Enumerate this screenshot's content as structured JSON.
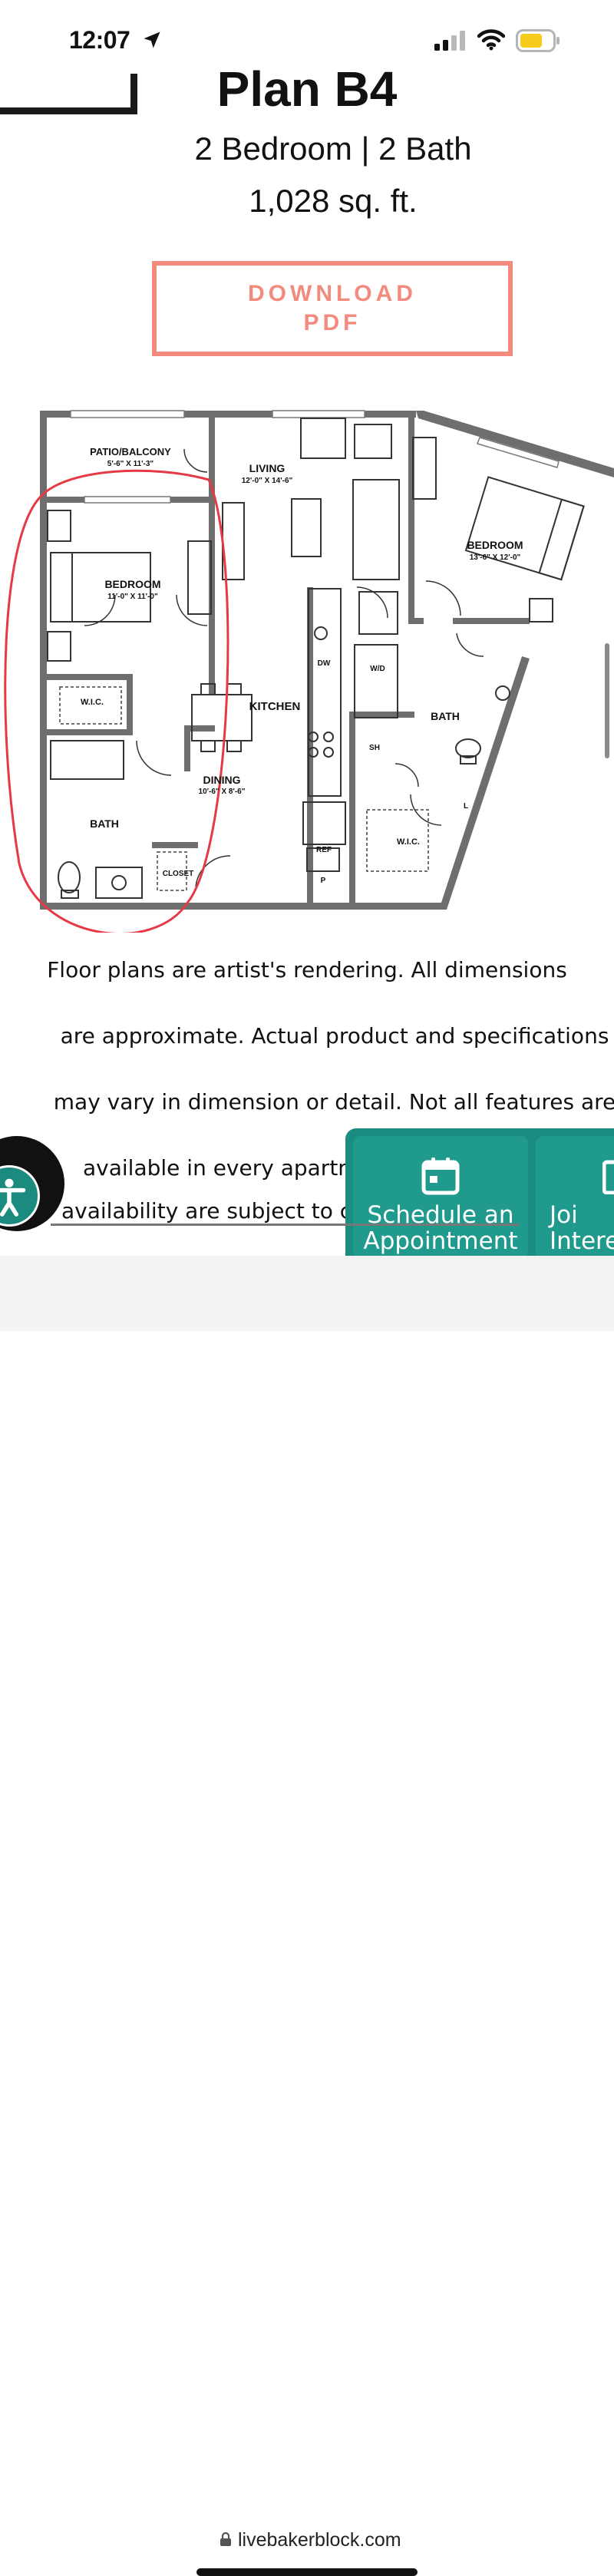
{
  "status_bar": {
    "time": "12:07"
  },
  "header": {
    "title": "Plan B4",
    "bed_bath": "2 Bedroom | 2 Bath",
    "area": "1,028 sq. ft."
  },
  "download_button": {
    "label_line1": "DOWNLOAD",
    "label_line2": "PDF",
    "color": "#f28b7d"
  },
  "floor_plan": {
    "rooms": {
      "patio_name": "PATIO/BALCONY",
      "patio_dim": "5'-6\" X 11'-3\"",
      "living_name": "LIVING",
      "living_dim": "12'-0\" X 14'-6\"",
      "bedroom1_name": "BEDROOM",
      "bedroom1_dim": "11'-0\" X 11'-0\"",
      "bedroom2_name": "BEDROOM",
      "bedroom2_dim": "13'-6\" X 12'-0\"",
      "wic1": "W.I.C.",
      "wic2": "W.I.C.",
      "kitchen": "KITCHEN",
      "dining_name": "DINING",
      "dining_dim": "10'-6\" X 8'-6\"",
      "bath1": "BATH",
      "bath2": "BATH",
      "closet": "CLOSET",
      "dw": "DW",
      "wd": "W/D",
      "sh": "SH",
      "ref": "REF",
      "pantry": "P",
      "linen": "L"
    },
    "highlight_color": "#e63946"
  },
  "disclaimer": {
    "line1": "Floor plans are artist's rendering. All dimensions",
    "line2": "are approximate. Actual product and specifications",
    "line3": "may vary in dimension or detail. Not all features are",
    "line4": "available in every apartm",
    "line5": "availability are subject to c"
  },
  "actions": {
    "schedule_line1": "Schedule an",
    "schedule_line2": "Appointment",
    "join_line1": "Joi",
    "join_line2": "Intere",
    "accent_color": "#1f9a8c"
  },
  "browser": {
    "url": "livebakerblock.com"
  },
  "icons": [
    "location-arrow-icon",
    "signal-icon",
    "wifi-icon",
    "battery-icon",
    "calendar-icon",
    "accessibility-icon",
    "lock-icon"
  ]
}
